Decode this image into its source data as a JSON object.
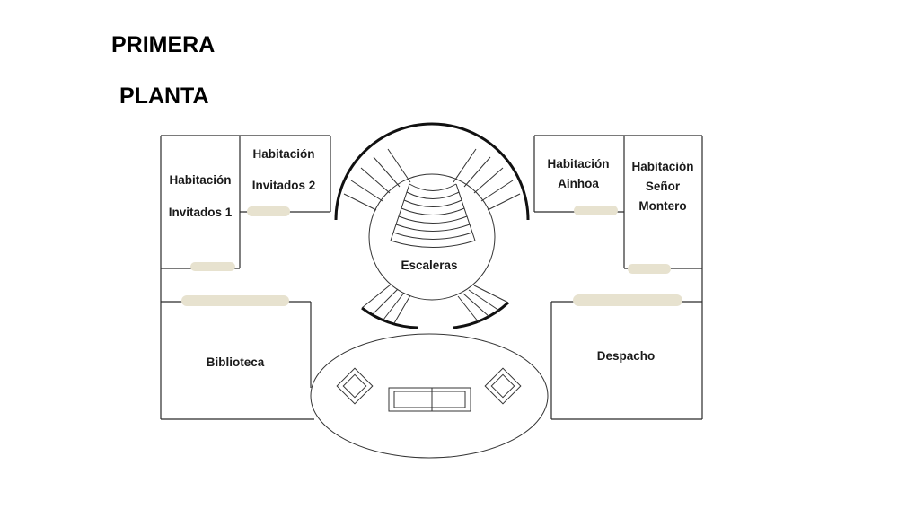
{
  "title": {
    "line1": "PRIMERA",
    "line2": "PLANTA"
  },
  "rooms": {
    "guest1": [
      "Habitación",
      "Invitados 1"
    ],
    "guest2": [
      "Habitación",
      "Invitados 2"
    ],
    "ainhoa": [
      "Habitación",
      "Ainhoa"
    ],
    "montero": [
      "Habitación",
      "Señor",
      "Montero"
    ],
    "stairs": "Escaleras",
    "library": "Biblioteca",
    "office": "Despacho"
  },
  "colors": {
    "wall": "#2b2b2b",
    "door": "#e7e2cf",
    "background": "#ffffff"
  }
}
